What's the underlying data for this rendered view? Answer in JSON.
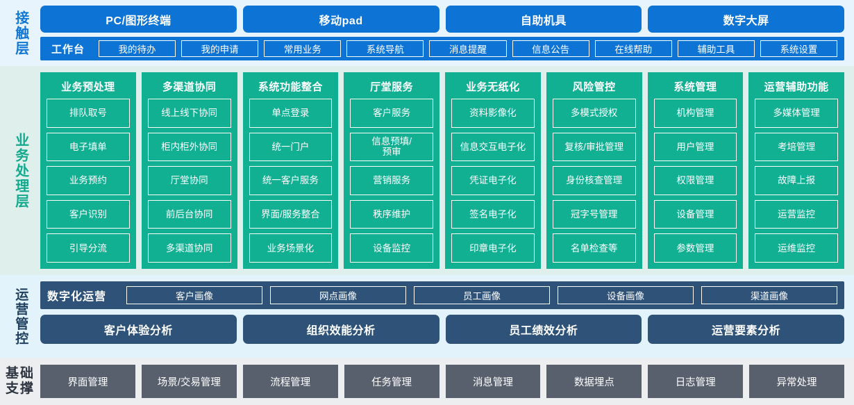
{
  "access_layer": {
    "label": "接触层",
    "channels": [
      {
        "label": "PC/图形终端"
      },
      {
        "label": "移动pad"
      },
      {
        "label": "自助机具"
      },
      {
        "label": "数字大屏"
      }
    ],
    "workbench": {
      "title": "工作台",
      "buttons": [
        {
          "label": "我的待办"
        },
        {
          "label": "我的申请"
        },
        {
          "label": "常用业务"
        },
        {
          "label": "系统导航"
        },
        {
          "label": "消息提醒"
        },
        {
          "label": "信息公告"
        },
        {
          "label": "在线帮助"
        },
        {
          "label": "辅助工具"
        },
        {
          "label": "系统设置"
        }
      ]
    }
  },
  "business_layer": {
    "label": "业务处理层",
    "columns": [
      {
        "title": "业务预处理",
        "items": [
          "排队取号",
          "电子填单",
          "业务预约",
          "客户识别",
          "引导分流"
        ]
      },
      {
        "title": "多渠道协同",
        "items": [
          "线上线下协同",
          "柜内柜外协同",
          "厅堂协同",
          "前后台协同",
          "多渠道协同"
        ]
      },
      {
        "title": "系统功能整合",
        "items": [
          "单点登录",
          "统一门户",
          "统一客户服务",
          "界面/服务整合",
          "业务场景化"
        ]
      },
      {
        "title": "厅堂服务",
        "items": [
          "客户服务",
          "信息预填/\n预审",
          "营销服务",
          "秩序维护",
          "设备监控"
        ]
      },
      {
        "title": "业务无纸化",
        "items": [
          "资料影像化",
          "信息交互电子化",
          "凭证电子化",
          "签名电子化",
          "印章电子化"
        ]
      },
      {
        "title": "风险管控",
        "items": [
          "多模式授权",
          "复核/审批管理",
          "身份核查管理",
          "冠字号管理",
          "名单检查等"
        ]
      },
      {
        "title": "系统管理",
        "items": [
          "机构管理",
          "用户管理",
          "权限管理",
          "设备管理",
          "参数管理"
        ]
      },
      {
        "title": "运营辅助功能",
        "items": [
          "多媒体管理",
          "考培管理",
          "故障上报",
          "运营监控",
          "运维监控"
        ]
      }
    ]
  },
  "operations_layer": {
    "label": "运营管控",
    "digital_operations": {
      "title": "数字化运营",
      "portraits": [
        {
          "label": "客户画像"
        },
        {
          "label": "网点画像"
        },
        {
          "label": "员工画像"
        },
        {
          "label": "设备画像"
        },
        {
          "label": "渠道画像"
        }
      ]
    },
    "analysis": [
      {
        "label": "客户体验分析"
      },
      {
        "label": "组织效能分析"
      },
      {
        "label": "员工绩效分析"
      },
      {
        "label": "运营要素分析"
      }
    ]
  },
  "base_layer": {
    "label": "基础支撑",
    "label_line1": "基础",
    "label_line2": "支撑",
    "items": [
      {
        "label": "界面管理"
      },
      {
        "label": "场景/交易管理"
      },
      {
        "label": "流程管理"
      },
      {
        "label": "任务管理"
      },
      {
        "label": "消息管理"
      },
      {
        "label": "数据埋点"
      },
      {
        "label": "日志管理"
      },
      {
        "label": "异常处理"
      }
    ]
  },
  "colors": {
    "access_bg": "#e8f4fd",
    "access_accent": "#0d74d6",
    "business_bg": "#dff0ec",
    "business_accent": "#12b093",
    "operations_bg": "#e3f3fc",
    "operations_accent": "#2e5278",
    "base_bg": "#eceef0",
    "base_accent": "#58606e"
  }
}
